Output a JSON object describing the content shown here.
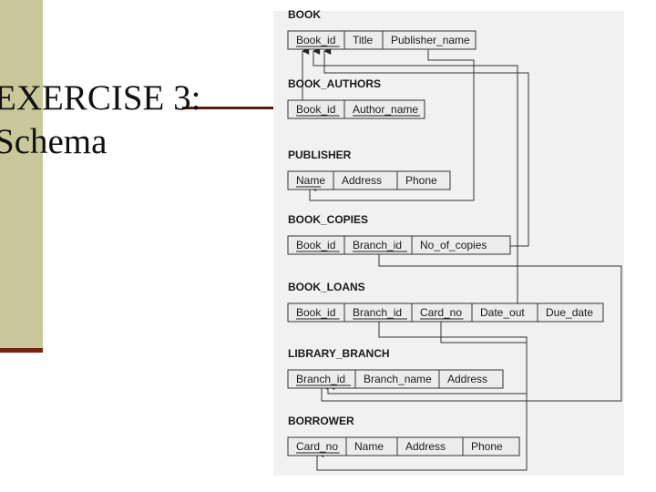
{
  "slide": {
    "title_line1": "EXERCISE 3:",
    "title_line2": "Schema"
  },
  "tables": [
    {
      "name": "BOOK",
      "columns": [
        {
          "name": "Book_id",
          "key": true
        },
        {
          "name": "Title",
          "key": false
        },
        {
          "name": "Publisher_name",
          "key": false
        }
      ]
    },
    {
      "name": "BOOK_AUTHORS",
      "columns": [
        {
          "name": "Book_id",
          "key": true
        },
        {
          "name": "Author_name",
          "key": true
        }
      ]
    },
    {
      "name": "PUBLISHER",
      "columns": [
        {
          "name": "Name",
          "key": true
        },
        {
          "name": "Address",
          "key": false
        },
        {
          "name": "Phone",
          "key": false
        }
      ]
    },
    {
      "name": "BOOK_COPIES",
      "columns": [
        {
          "name": "Book_id",
          "key": true
        },
        {
          "name": "Branch_id",
          "key": true
        },
        {
          "name": "No_of_copies",
          "key": false
        }
      ]
    },
    {
      "name": "BOOK_LOANS",
      "columns": [
        {
          "name": "Book_id",
          "key": true
        },
        {
          "name": "Branch_id",
          "key": true
        },
        {
          "name": "Card_no",
          "key": true
        },
        {
          "name": "Date_out",
          "key": false
        },
        {
          "name": "Due_date",
          "key": false
        }
      ]
    },
    {
      "name": "LIBRARY_BRANCH",
      "columns": [
        {
          "name": "Branch_id",
          "key": true
        },
        {
          "name": "Branch_name",
          "key": false
        },
        {
          "name": "Address",
          "key": false
        }
      ]
    },
    {
      "name": "BORROWER",
      "columns": [
        {
          "name": "Card_no",
          "key": true
        },
        {
          "name": "Name",
          "key": false
        },
        {
          "name": "Address",
          "key": false
        },
        {
          "name": "Phone",
          "key": false
        }
      ]
    }
  ],
  "references": [
    {
      "from": "BOOK_AUTHORS.Book_id",
      "to": "BOOK.Book_id"
    },
    {
      "from": "BOOK.Publisher_name",
      "to": "PUBLISHER.Name"
    },
    {
      "from": "BOOK_COPIES.Book_id",
      "to": "BOOK.Book_id"
    },
    {
      "from": "BOOK_LOANS.Book_id",
      "to": "BOOK.Book_id"
    },
    {
      "from": "BOOK_COPIES.Branch_id",
      "to": "LIBRARY_BRANCH.Branch_id"
    },
    {
      "from": "BOOK_LOANS.Branch_id",
      "to": "LIBRARY_BRANCH.Branch_id"
    },
    {
      "from": "BOOK_LOANS.Card_no",
      "to": "BORROWER.Card_no"
    }
  ]
}
